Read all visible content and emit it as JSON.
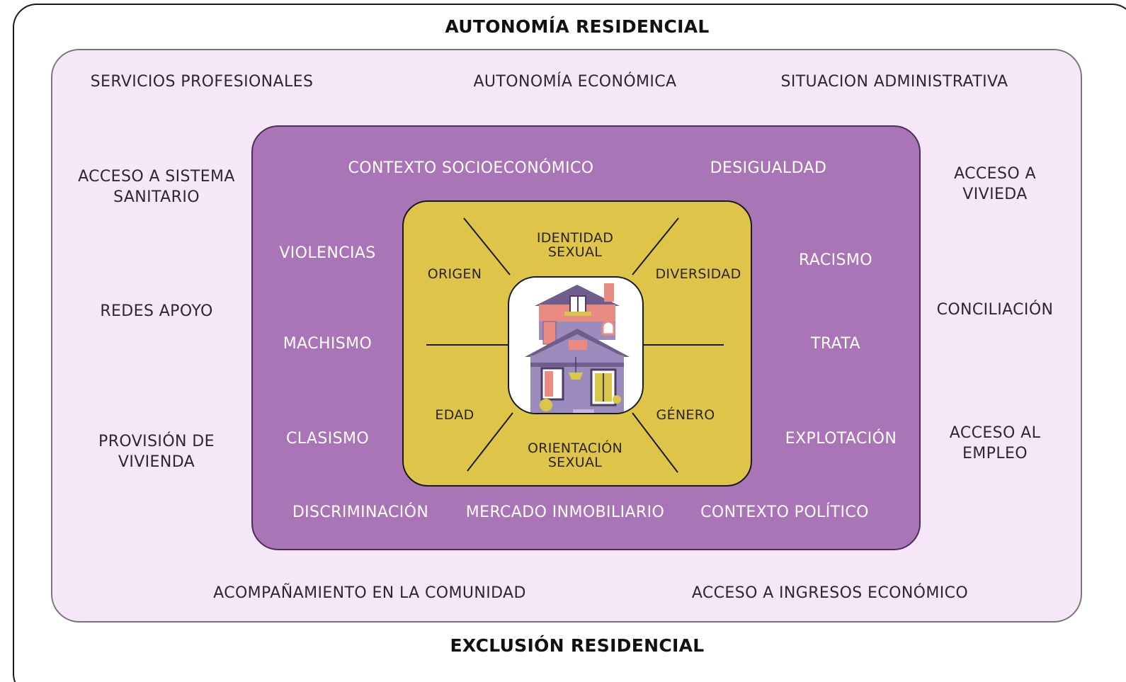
{
  "top_title": "AUTONOMÍA RESIDENCIAL",
  "bottom_title": "EXCLUSIÓN RESIDENCIAL",
  "outer_ring": {
    "top_left": "SERVICIOS PROFESIONALES",
    "top_center": "AUTONOMÍA ECONÓMICA",
    "top_right": "SITUACION ADMINISTRATIVA",
    "left_1": [
      "ACCESO A SISTEMA",
      "SANITARIO"
    ],
    "left_2": "REDES APOYO",
    "left_3": [
      "PROVISIÓN DE",
      "VIVIENDA"
    ],
    "right_1": [
      "ACCESO A",
      "VIVIEDA"
    ],
    "right_2": "CONCILIACIÓN",
    "right_3": [
      "ACCESO AL",
      "EMPLEO"
    ],
    "bottom_left": "ACOMPAÑAMIENTO EN LA COMUNIDAD",
    "bottom_right": "ACCESO A INGRESOS ECONÓMICO"
  },
  "middle_ring": {
    "top_1": "CONTEXTO SOCIOECONÓMICO",
    "top_2": "DESIGUALDAD",
    "left_1": "VIOLENCIAS",
    "left_2": "MACHISMO",
    "left_3": "CLASISMO",
    "right_1": "RACISMO",
    "right_2": "TRATA",
    "right_3": "EXPLOTACIÓN",
    "bottom_1": "DISCRIMINACIÓN",
    "bottom_2": "MERCADO INMOBILIARIO",
    "bottom_3": "CONTEXTO POLÍTICO"
  },
  "core": {
    "top": [
      "IDENTIDAD",
      "SEXUAL"
    ],
    "top_left": "ORIGEN",
    "top_right": "DIVERSIDAD",
    "bottom_left": "EDAD",
    "bottom_right": "GÉNERO",
    "bottom": [
      "ORIENTACIÓN",
      "SEXUAL"
    ]
  },
  "colors": {
    "outer_ring": "#f5e6f8",
    "middle_ring": "#a975b7",
    "core": "#dfc44a",
    "house_roof": "#6f5d8c",
    "house_upper": "#e98b83",
    "house_lower": "#9c8bbd"
  },
  "icon": "house-icon"
}
